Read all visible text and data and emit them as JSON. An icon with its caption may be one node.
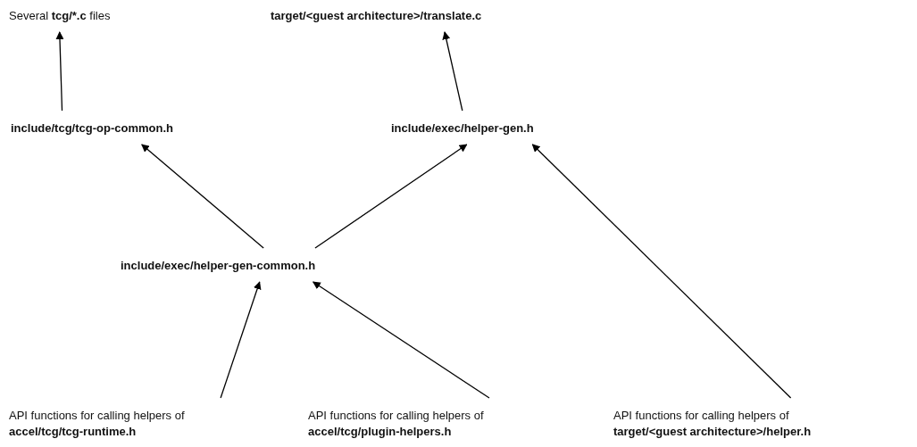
{
  "diagram": {
    "nodes": [
      {
        "text": [
          "Several **tcg/*.c** files"
        ]
      },
      {
        "text": [
          "target/<guest architecture>/translate.c"
        ]
      },
      {
        "text": [
          "include/tcg/tcg-op-common.h"
        ]
      },
      {
        "text": [
          "include/exec/helper-gen.h"
        ]
      },
      {
        "text": [
          "include/exec/helper-gen-common.h"
        ]
      },
      {
        "text": [
          "API functions for calling helpers of **accel/tcg/tcg-runtime.h**"
        ]
      },
      {
        "text": [
          "API functions for calling helpers of **accel/tcg/plugin-helpers.h**"
        ]
      },
      {
        "text": [
          "API functions for calling helpers of **target/<guest architecture>/helper.h**"
        ]
      }
    ],
    "edges": [
      {
        "from": 2,
        "to": 0,
        "arrow": "to"
      },
      {
        "from": 3,
        "to": 1,
        "arrow": "to"
      },
      {
        "from": 4,
        "to": 2,
        "arrow": "to"
      },
      {
        "from": 4,
        "to": 3,
        "arrow": "to"
      },
      {
        "from": 5,
        "to": 4,
        "arrow": "to"
      },
      {
        "from": 6,
        "to": 4,
        "arrow": "to"
      },
      {
        "from": 7,
        "to": 3,
        "arrow": "to"
      }
    ]
  }
}
